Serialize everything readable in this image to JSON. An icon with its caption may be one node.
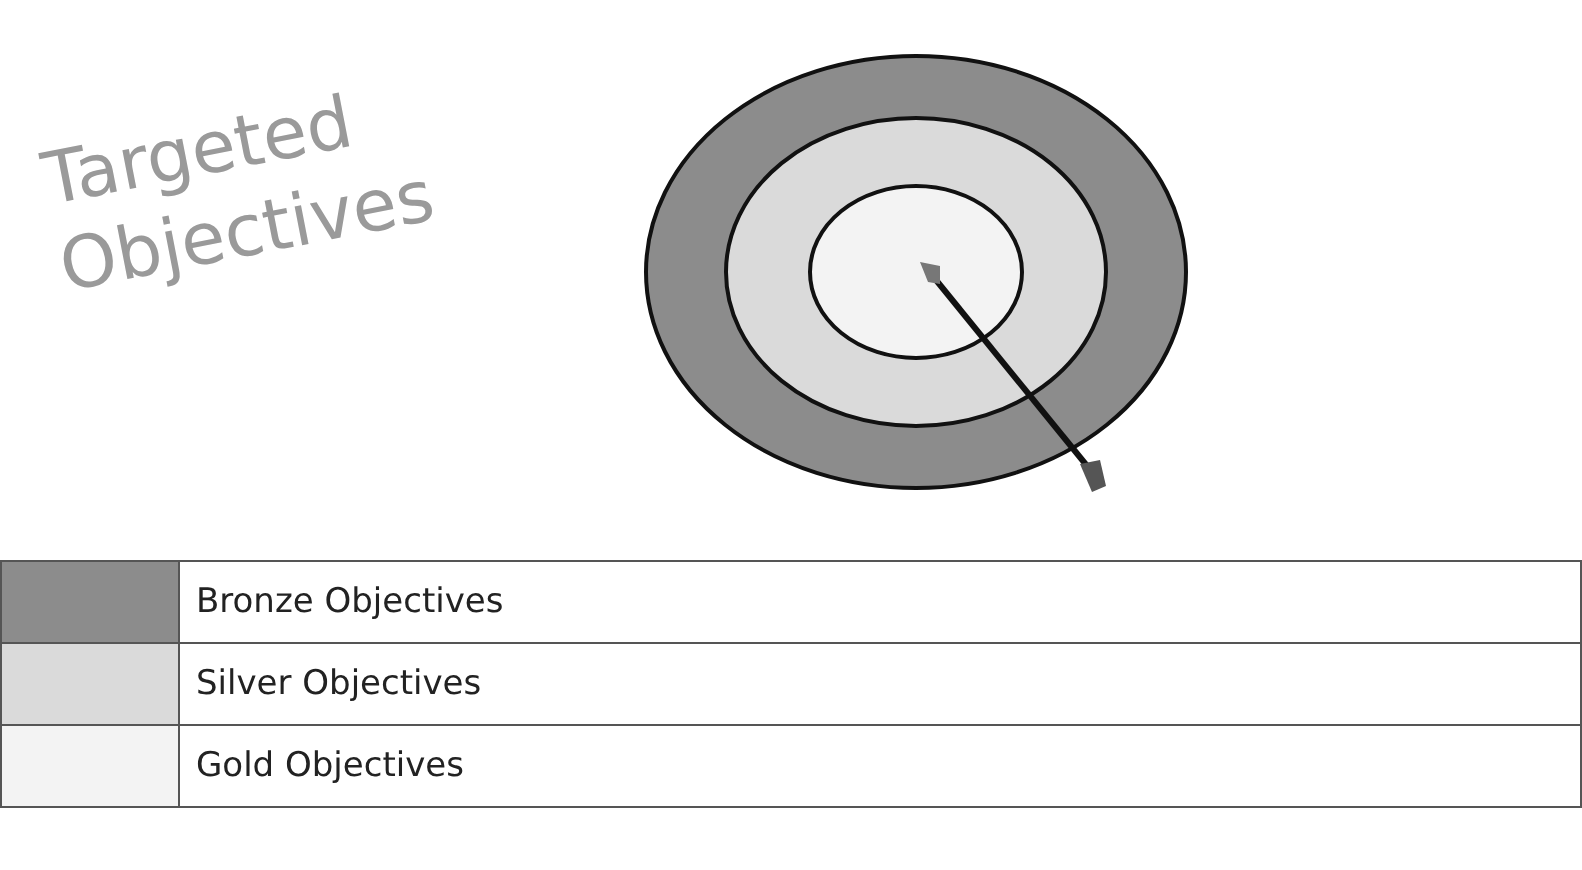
{
  "diagram": {
    "title": "Targeted Objectives",
    "legend": [
      {
        "text": "Bronze Objectives",
        "color": "#8c8c8c"
      },
      {
        "text": "Silver Objectives",
        "color": "#dadada"
      },
      {
        "text": "Gold Objectives",
        "color": "#f3f3f3"
      }
    ]
  }
}
